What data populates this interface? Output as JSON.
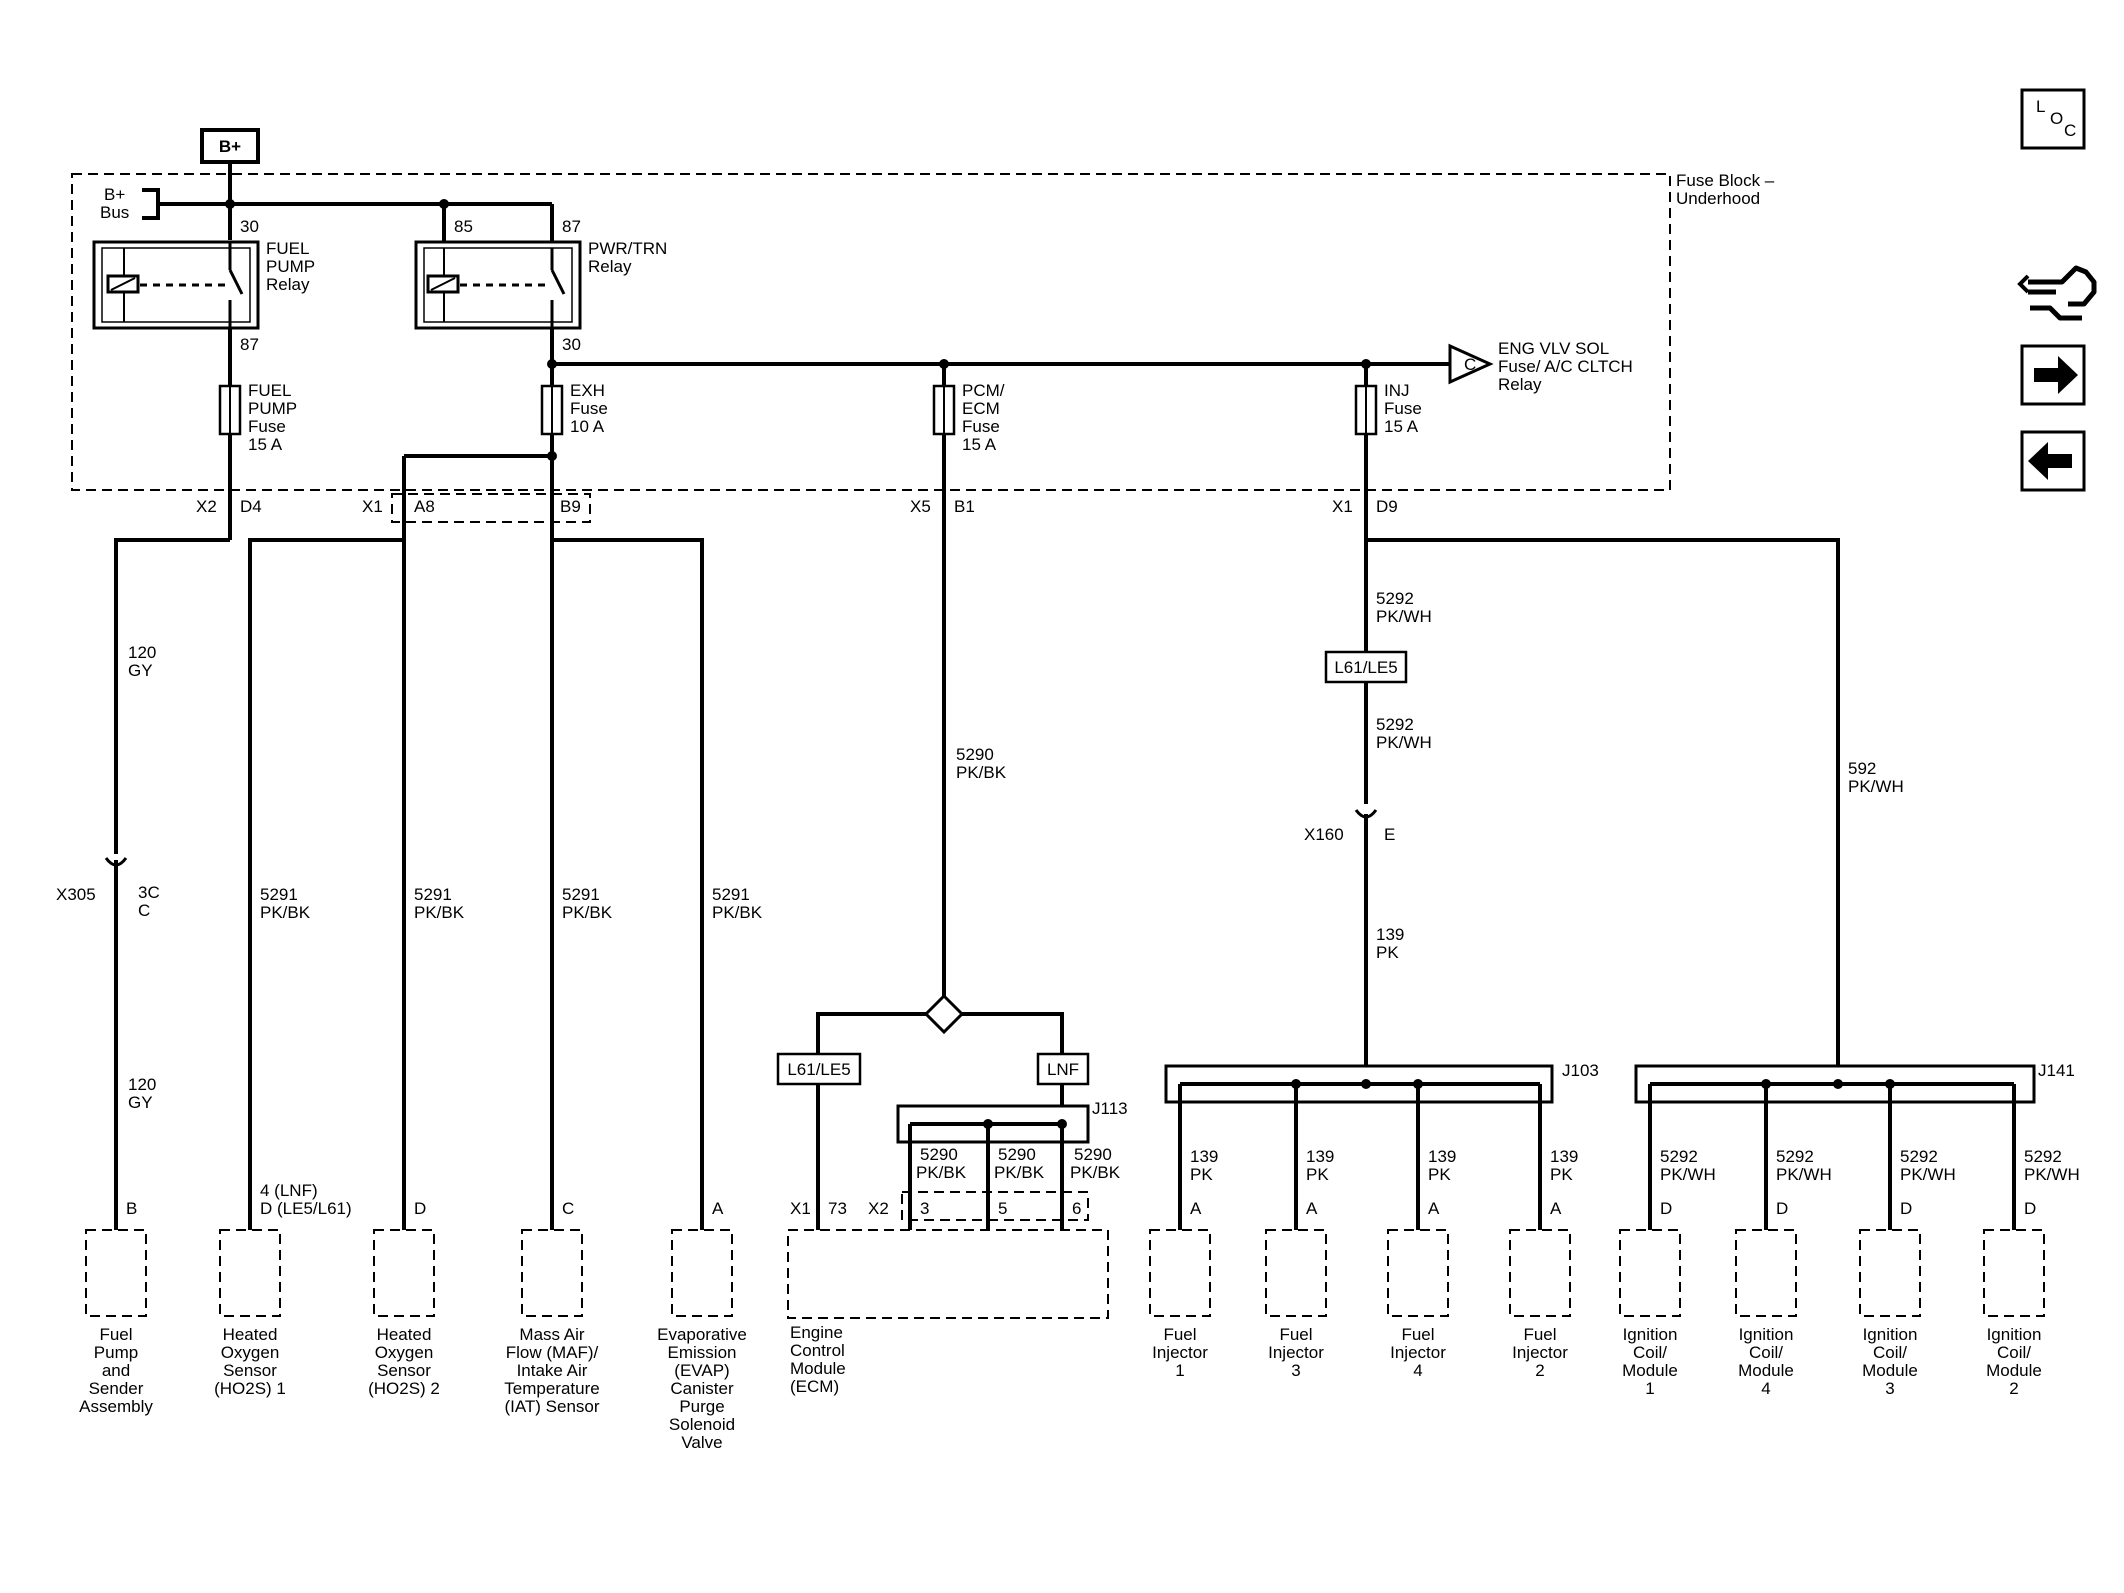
{
  "nav": {
    "loc_l": "L",
    "loc_o": "O",
    "loc_c": "C",
    "tool_icon": "wrench-connector-icon",
    "next_icon": "arrow-right-icon",
    "prev_icon": "arrow-left-icon"
  },
  "power": {
    "bplus": "B+",
    "bus_1": "B+",
    "bus_2": "Bus",
    "fuse_block_1": "Fuse Block –",
    "fuse_block_2": "Underhood"
  },
  "relays": {
    "fuel_pump": {
      "pin_in": "30",
      "pin_out": "87",
      "l1": "FUEL",
      "l2": "PUMP",
      "l3": "Relay"
    },
    "pwr_trn": {
      "pin_in": "85",
      "pin_mid": "87",
      "pin_out": "30",
      "l1": "PWR/TRN",
      "l2": "Relay"
    }
  },
  "fuses": {
    "fuel_pump": {
      "l1": "FUEL",
      "l2": "PUMP",
      "l3": "Fuse",
      "l4": "15 A"
    },
    "exh": {
      "l1": "EXH",
      "l2": "Fuse",
      "l3": "10 A"
    },
    "pcm": {
      "l1": "PCM/",
      "l2": "ECM",
      "l3": "Fuse",
      "l4": "15 A"
    },
    "inj": {
      "l1": "INJ",
      "l2": "Fuse",
      "l3": "15 A"
    }
  },
  "offpage": {
    "letter": "C",
    "l1": "ENG VLV SOL",
    "l2": "Fuse/ A/C CLTCH",
    "l3": "Relay"
  },
  "connectors": {
    "x2": "X2",
    "d4": "D4",
    "x1a": "X1",
    "a8": "A8",
    "b9": "B9",
    "x5": "X5",
    "b1": "B1",
    "x1b": "X1",
    "d9": "D9",
    "x305": "X305",
    "c3c": "3C",
    "cc": "C",
    "x160": "X160",
    "e": "E",
    "j103": "J103",
    "j141": "J141",
    "j113": "J113"
  },
  "wires": {
    "w120_a": {
      "num": "120",
      "color": "GY"
    },
    "w120_b": {
      "num": "120",
      "color": "GY"
    },
    "w5291_1": {
      "num": "5291",
      "color": "PK/BK"
    },
    "w5291_2": {
      "num": "5291",
      "color": "PK/BK"
    },
    "w5291_3": {
      "num": "5291",
      "color": "PK/BK"
    },
    "w5291_4": {
      "num": "5291",
      "color": "PK/BK"
    },
    "w5290": {
      "num": "5290",
      "color": "PK/BK"
    },
    "w5290_a": {
      "num": "5290",
      "color": "PK/BK"
    },
    "w5290_b": {
      "num": "5290",
      "color": "PK/BK"
    },
    "w5290_c": {
      "num": "5290",
      "color": "PK/BK"
    },
    "w5292_a": {
      "num": "5292",
      "color": "PK/WH"
    },
    "w5292_b": {
      "num": "5292",
      "color": "PK/WH"
    },
    "w139": {
      "num": "139",
      "color": "PK"
    },
    "w592": {
      "num": "592",
      "color": "PK/WH"
    },
    "inj_1": {
      "num": "139",
      "color": "PK"
    },
    "inj_2": {
      "num": "139",
      "color": "PK"
    },
    "inj_3": {
      "num": "139",
      "color": "PK"
    },
    "inj_4": {
      "num": "139",
      "color": "PK"
    },
    "coil_1": {
      "num": "5292",
      "color": "PK/WH"
    },
    "coil_2": {
      "num": "5292",
      "color": "PK/WH"
    },
    "coil_3": {
      "num": "5292",
      "color": "PK/WH"
    },
    "coil_4": {
      "num": "5292",
      "color": "PK/WH"
    }
  },
  "options": {
    "l61_le5_a": "L61/LE5",
    "l61_le5_b": "L61/LE5",
    "lnf": "LNF"
  },
  "ecm": {
    "x1": "X1",
    "p73": "73",
    "x2": "X2",
    "p3": "3",
    "p5": "5",
    "p6": "6"
  },
  "pins": {
    "fuel_pump": "B",
    "ho2s1_a": "4 (LNF)",
    "ho2s1_b": "D (LE5/L61)",
    "ho2s2": "D",
    "maf": "C",
    "evap": "A",
    "inj1": "A",
    "inj3": "A",
    "inj4": "A",
    "inj2": "A",
    "coil1": "D",
    "coil4": "D",
    "coil3": "D",
    "coil2": "D"
  },
  "components": {
    "fuel_pump": [
      "Fuel",
      "Pump",
      "and",
      "Sender",
      "Assembly"
    ],
    "ho2s1": [
      "Heated",
      "Oxygen",
      "Sensor",
      "(HO2S) 1"
    ],
    "ho2s2": [
      "Heated",
      "Oxygen",
      "Sensor",
      "(HO2S) 2"
    ],
    "maf": [
      "Mass Air",
      "Flow (MAF)/",
      "Intake Air",
      "Temperature",
      "(IAT) Sensor"
    ],
    "evap": [
      "Evaporative",
      "Emission",
      "(EVAP)",
      "Canister",
      "Purge",
      "Solenoid",
      "Valve"
    ],
    "ecm": [
      "Engine",
      "Control",
      "Module",
      "(ECM)"
    ],
    "inj1": [
      "Fuel",
      "Injector",
      "1"
    ],
    "inj3": [
      "Fuel",
      "Injector",
      "3"
    ],
    "inj4": [
      "Fuel",
      "Injector",
      "4"
    ],
    "inj2": [
      "Fuel",
      "Injector",
      "2"
    ],
    "coil1": [
      "Ignition",
      "Coil/",
      "Module",
      "1"
    ],
    "coil4": [
      "Ignition",
      "Coil/",
      "Module",
      "4"
    ],
    "coil3": [
      "Ignition",
      "Coil/",
      "Module",
      "3"
    ],
    "coil2": [
      "Ignition",
      "Coil/",
      "Module",
      "2"
    ]
  }
}
